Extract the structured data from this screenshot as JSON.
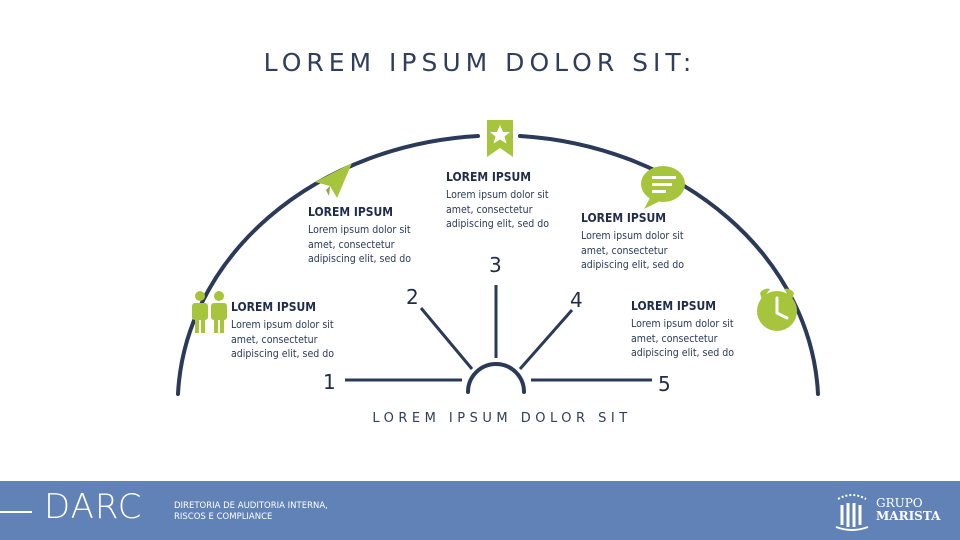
{
  "title": "LOREM IPSUM DOLOR SIT:",
  "subtitle": "LOREM IPSUM DOLOR SIT",
  "items": [
    {
      "number": "1",
      "heading": "LOREM IPSUM",
      "body": "Lorem ipsum dolor sit amet, consectetur adipiscing elit, sed do",
      "icon": "people-icon"
    },
    {
      "number": "2",
      "heading": "LOREM IPSUM",
      "body": "Lorem ipsum dolor sit amet, consectetur adipiscing elit, sed do",
      "icon": "paper-plane-icon"
    },
    {
      "number": "3",
      "heading": "LOREM IPSUM",
      "body": "Lorem ipsum dolor sit amet, consectetur adipiscing elit, sed do",
      "icon": "star-bookmark-icon"
    },
    {
      "number": "4",
      "heading": "LOREM IPSUM",
      "body": "Lorem ipsum dolor sit amet, consectetur adipiscing elit, sed do",
      "icon": "chat-bubble-icon"
    },
    {
      "number": "5",
      "heading": "LOREM IPSUM",
      "body": "Lorem ipsum dolor sit amet, consectetur adipiscing elit, sed do",
      "icon": "alarm-clock-icon"
    }
  ],
  "footer": {
    "brand": "DARC",
    "description_line1": "DIRETORIA DE AUDITORIA INTERNA,",
    "description_line2": "RISCOS E COMPLIANCE",
    "logo_line1": "GRUPO",
    "logo_line2": "MARISTA"
  },
  "colors": {
    "navy": "#2a3a58",
    "accent_green": "#a6c53c",
    "footer_blue": "#6182b6"
  }
}
